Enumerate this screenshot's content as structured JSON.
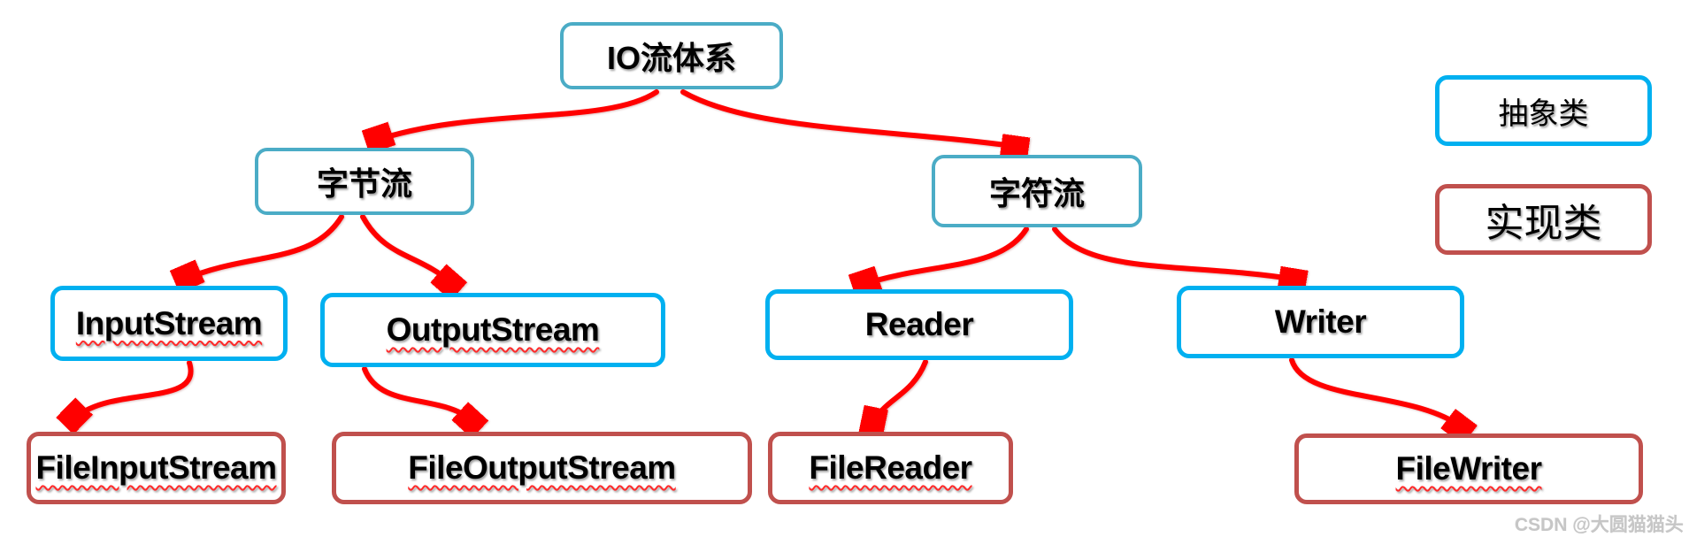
{
  "diagram_title": "IO流体系",
  "nodes": {
    "root": {
      "label": "IO流体系",
      "category": "abstract-root"
    },
    "byteStream": {
      "label": "字节流",
      "category": "abstract-root"
    },
    "charStream": {
      "label": "字符流",
      "category": "abstract-root"
    },
    "inputStream": {
      "label": "InputStream",
      "category": "abstract"
    },
    "outputStream": {
      "label": "OutputStream",
      "category": "abstract"
    },
    "reader": {
      "label": "Reader",
      "category": "abstract"
    },
    "writer": {
      "label": "Writer",
      "category": "abstract"
    },
    "fileInputStream": {
      "label": "FileInputStream",
      "category": "implementation"
    },
    "fileOutputStream": {
      "label": "FileOutputStream",
      "category": "implementation"
    },
    "fileReader": {
      "label": "FileReader",
      "category": "implementation"
    },
    "fileWriter": {
      "label": "FileWriter",
      "category": "implementation"
    }
  },
  "edges": [
    {
      "from": "root",
      "to": "byteStream"
    },
    {
      "from": "root",
      "to": "charStream"
    },
    {
      "from": "byteStream",
      "to": "inputStream"
    },
    {
      "from": "byteStream",
      "to": "outputStream"
    },
    {
      "from": "charStream",
      "to": "reader"
    },
    {
      "from": "charStream",
      "to": "writer"
    },
    {
      "from": "inputStream",
      "to": "fileInputStream"
    },
    {
      "from": "outputStream",
      "to": "fileOutputStream"
    },
    {
      "from": "reader",
      "to": "fileReader"
    },
    {
      "from": "writer",
      "to": "fileWriter"
    }
  ],
  "legend": {
    "abstract_label": "抽象类",
    "implementation_label": "实现类"
  },
  "watermark": "CSDN @大圆猫猫头",
  "colors": {
    "root_row_border": "#4BACC6",
    "abstract_border": "#00B0F0",
    "implementation_border": "#C0504D",
    "arrow": "#FF0000",
    "text": "#000000",
    "spellcheck_underline": "#FF2A2A",
    "watermark_text": "#C6C6C6"
  }
}
